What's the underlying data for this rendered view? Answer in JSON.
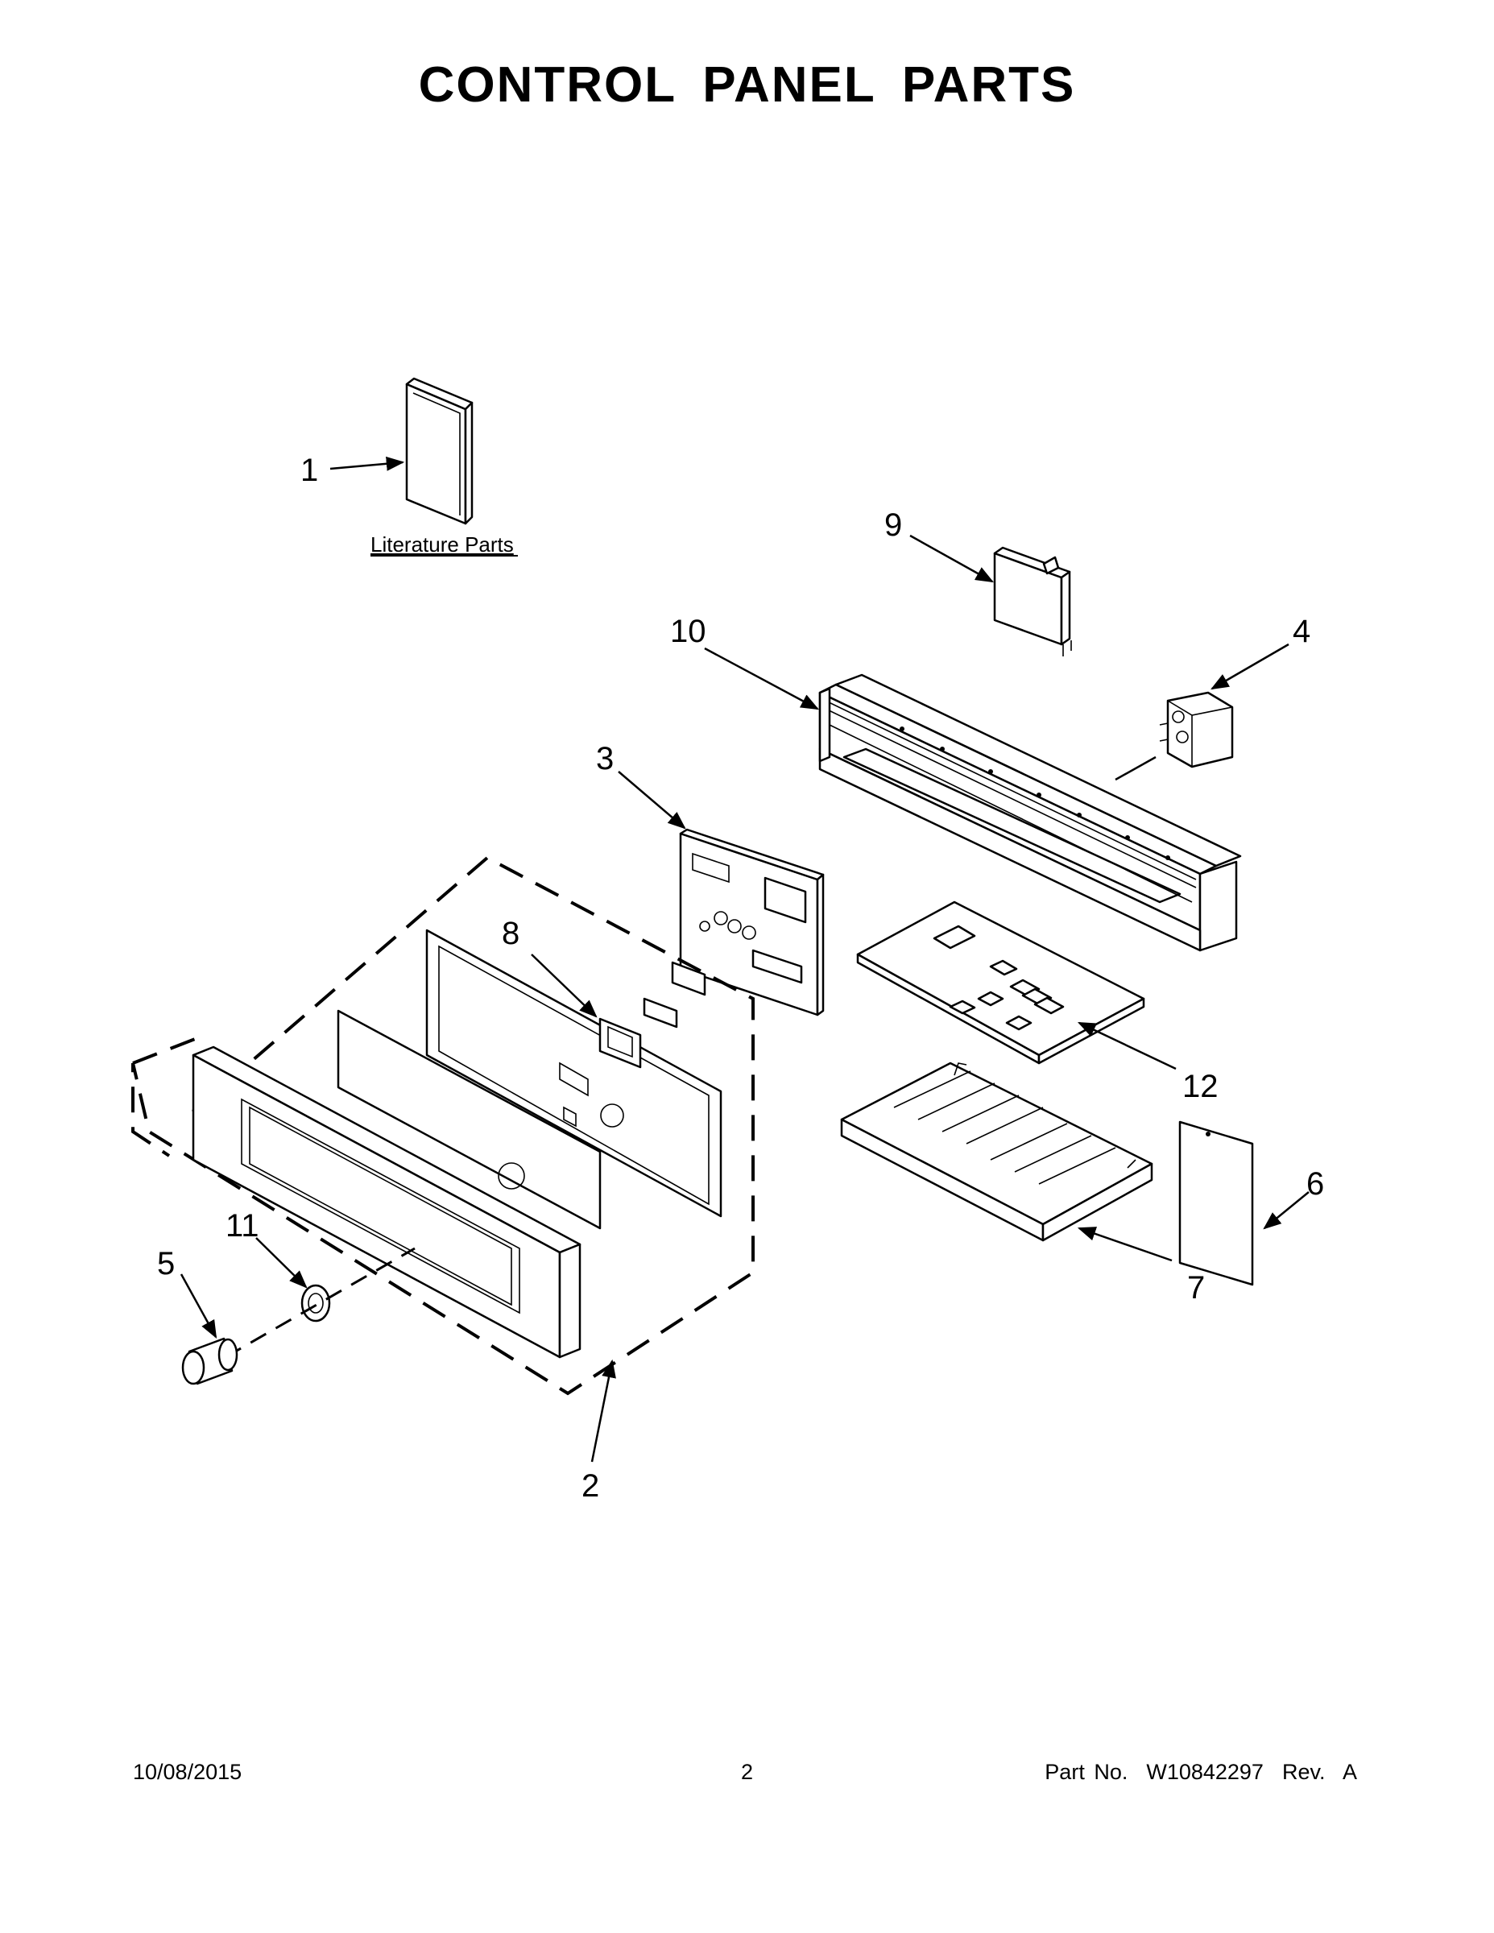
{
  "header": {
    "title": "CONTROL PANEL PARTS"
  },
  "diagram": {
    "literature_label": "Literature Parts",
    "callouts": {
      "c1": "1",
      "c2": "2",
      "c3": "3",
      "c4": "4",
      "c5": "5",
      "c6": "6",
      "c7": "7",
      "c8": "8",
      "c9": "9",
      "c10": "10",
      "c11": "11",
      "c12": "12"
    }
  },
  "footer": {
    "date": "10/08/2015",
    "page": "2",
    "part_number": "Part No.  W10842297  Rev.  A"
  }
}
